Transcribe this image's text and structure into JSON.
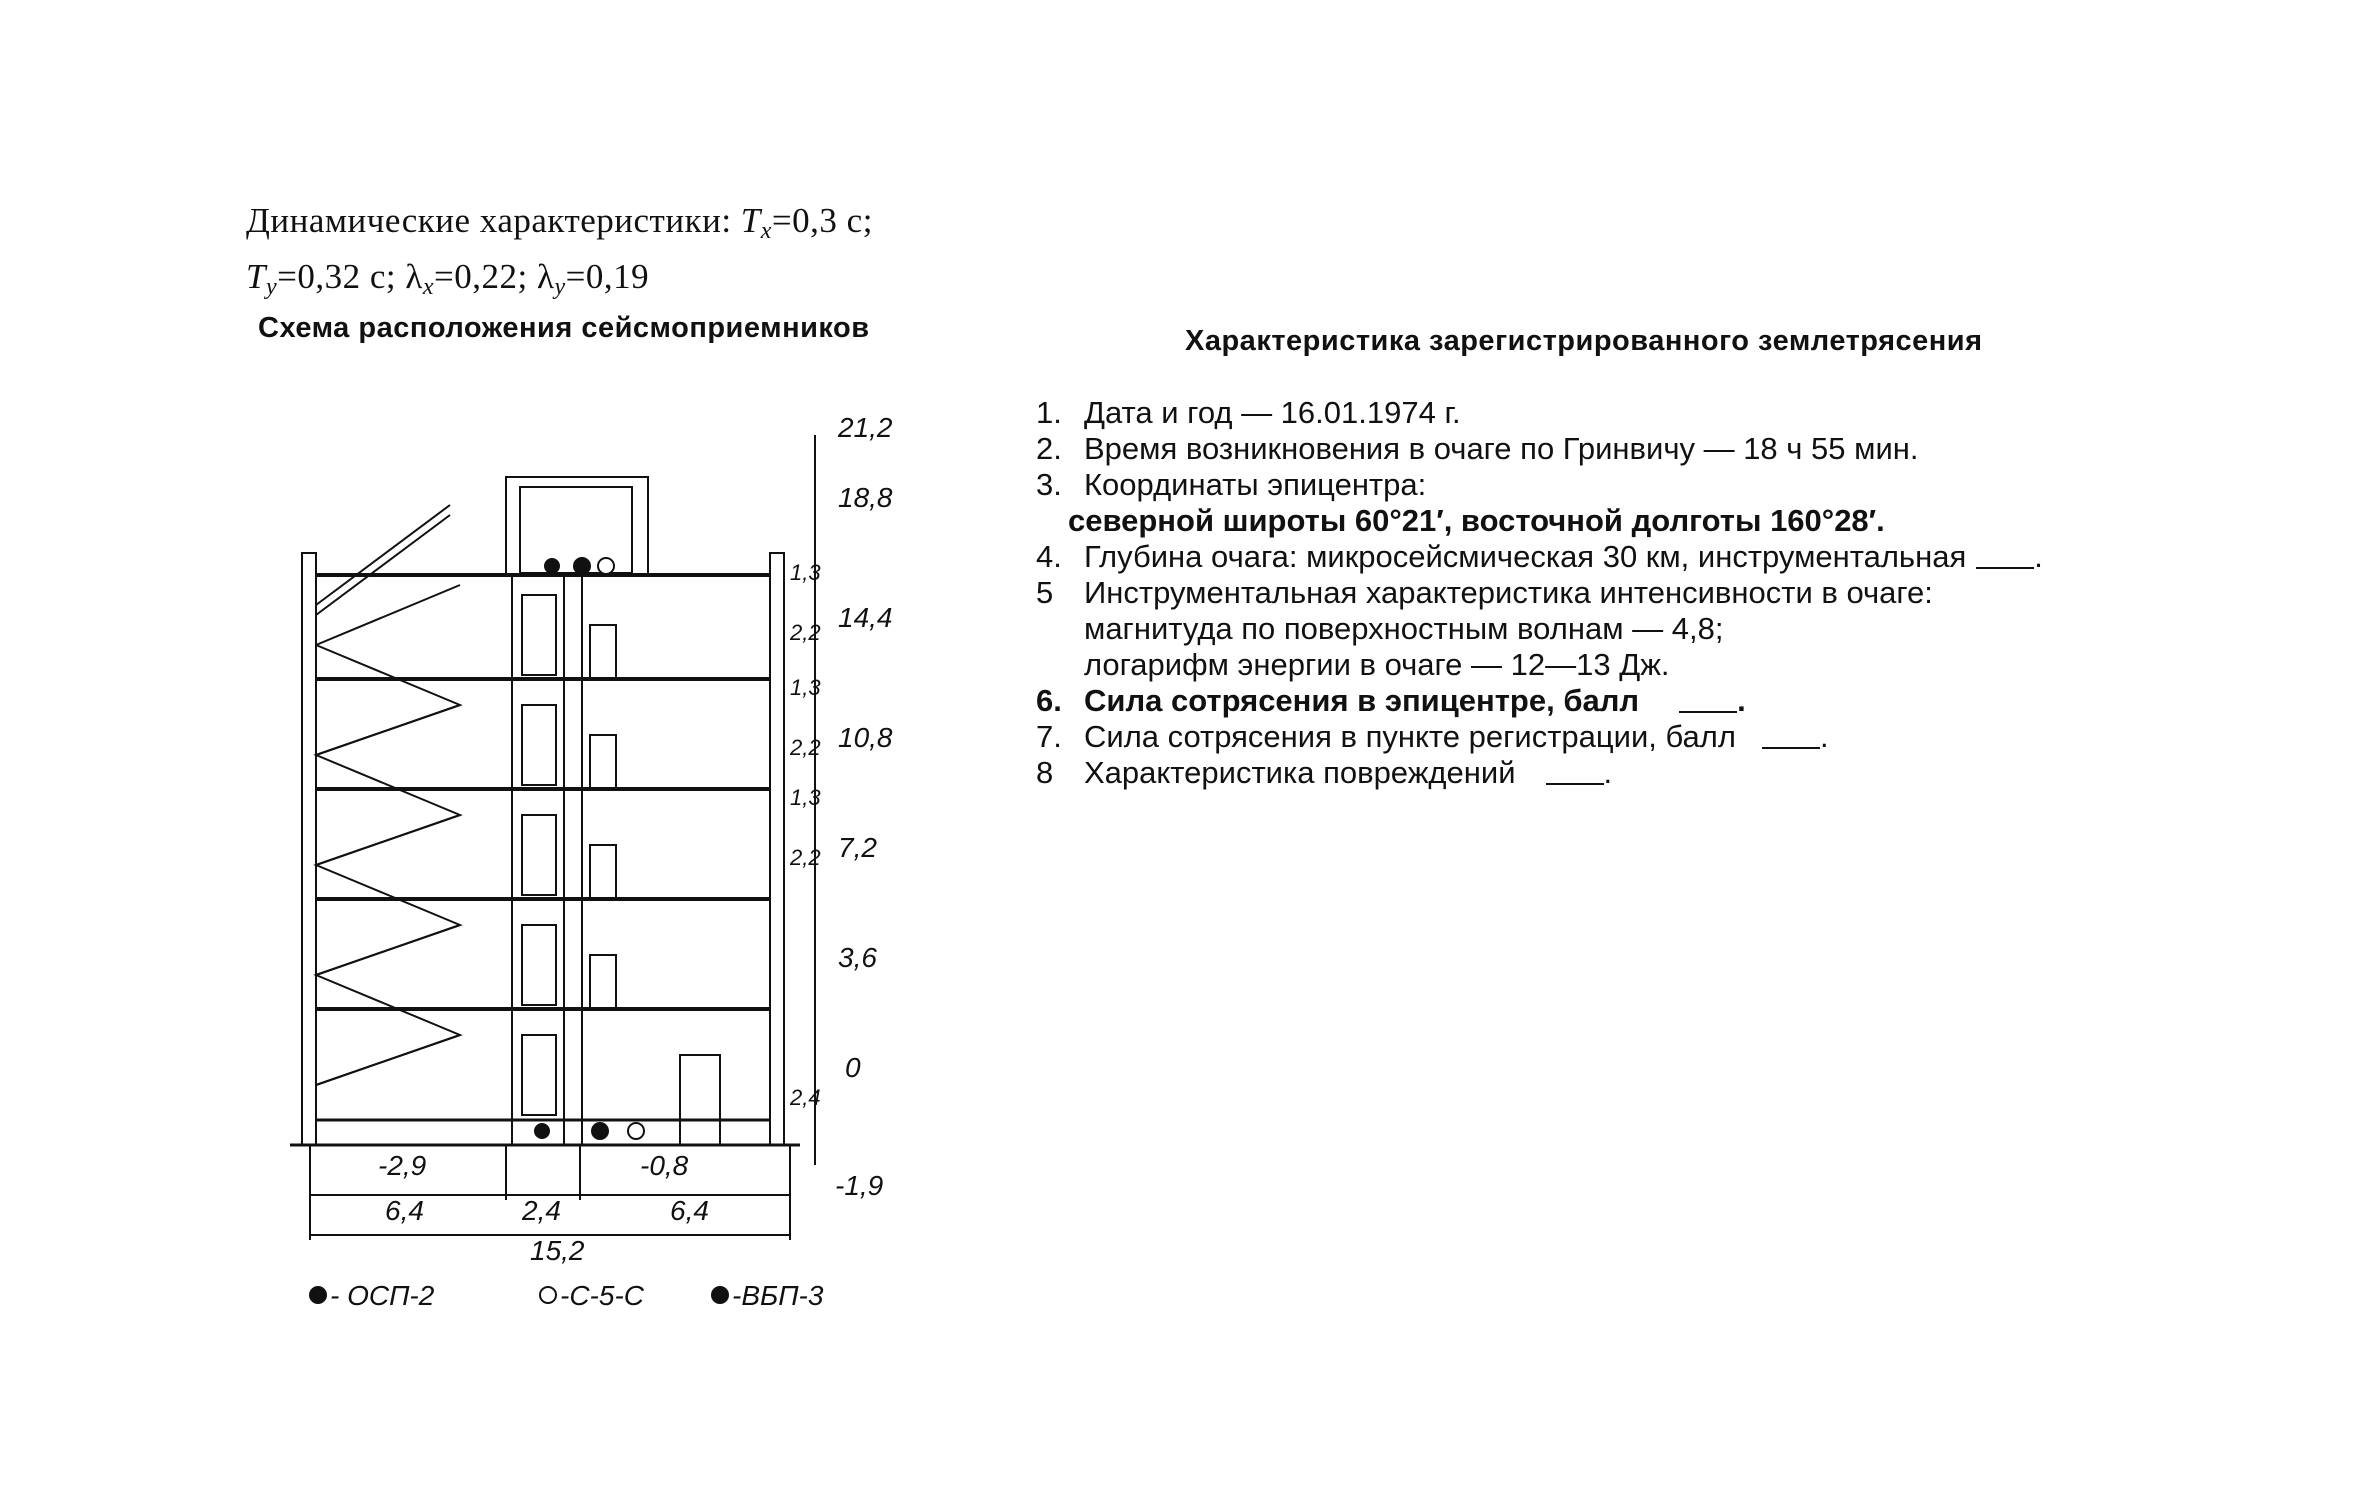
{
  "dynamics": {
    "line1": "Динамические характеристики: ",
    "tx_sym": "T",
    "tx_sub": "x",
    "tx_val": "=0,3 с;",
    "ty_sym": "T",
    "ty_sub": "y",
    "ty_val": "=0,32 с; λ",
    "lx_sub": "x",
    "lx_val": "=0,22; λ",
    "ly_sub": "y",
    "ly_val": "=0,19"
  },
  "left_heading": "Схема расположения сейсмоприемников",
  "right_heading": "Характеристика зарегистрированного землетрясения",
  "quake": {
    "items": [
      {
        "num": "1.",
        "text": "Дата и год — 16.01.1974 г."
      },
      {
        "num": "2.",
        "text": "Время возникновения в очаге по Гринвичу — 18 ч 55 мин."
      },
      {
        "num": "3.",
        "text": "Координаты эпицентра:"
      },
      {
        "num": "",
        "text": "северной широты 60°21′, восточной долготы 160°28′."
      },
      {
        "num": "4.",
        "text": "Глубина очага: микросейсмическая 30 км, инструментальная"
      },
      {
        "num": "5",
        "text": "Инструментальная характеристика интенсивности в очаге:"
      },
      {
        "num": "",
        "text": "магнитуда по поверхностным волнам — 4,8;"
      },
      {
        "num": "",
        "text": "логарифм энергии в очаге — 12—13 Дж."
      },
      {
        "num": "6.",
        "text": "Сила сотрясения в эпицентре, балл"
      },
      {
        "num": "7.",
        "text": "Сила сотрясения в пункте регистрации, балл"
      },
      {
        "num": "8",
        "text": "Характеристика повреждений"
      }
    ]
  },
  "diagram": {
    "elevations": [
      "21,2",
      "18,8",
      "14,4",
      "10,8",
      "7,2",
      "3,6",
      "0",
      "-0,8",
      "-1,9",
      "-2,9"
    ],
    "story_dims": [
      "1,3",
      "2,2",
      "1,3",
      "2,2",
      "1,3",
      "2,2",
      "2,4"
    ],
    "plan_dims": [
      "6,4",
      "2,4",
      "6,4",
      "15,2"
    ],
    "legend": [
      {
        "icon": "filled-circle",
        "label": "- ОСП-2"
      },
      {
        "icon": "open-circle",
        "label": "-С-5-С"
      },
      {
        "icon": "crossed-circle",
        "label": "-ВБП-3"
      }
    ]
  }
}
